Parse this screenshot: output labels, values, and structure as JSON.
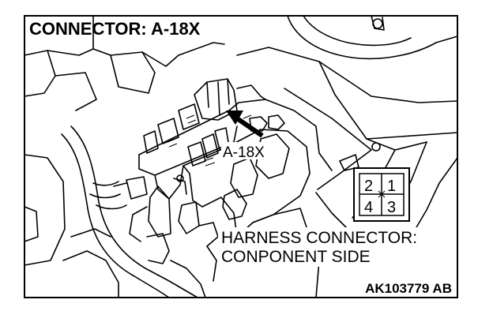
{
  "title": "CONNECTOR: A-18X",
  "connector_callout": "A-18X",
  "pin_diagram": {
    "pins": [
      "2",
      "1",
      "4",
      "3"
    ]
  },
  "caption": {
    "line1": "HARNESS CONNECTOR:",
    "line2": "CONPONENT SIDE"
  },
  "figure_id": "AK103779 AB",
  "colors": {
    "line": "#000000",
    "background": "#ffffff"
  }
}
